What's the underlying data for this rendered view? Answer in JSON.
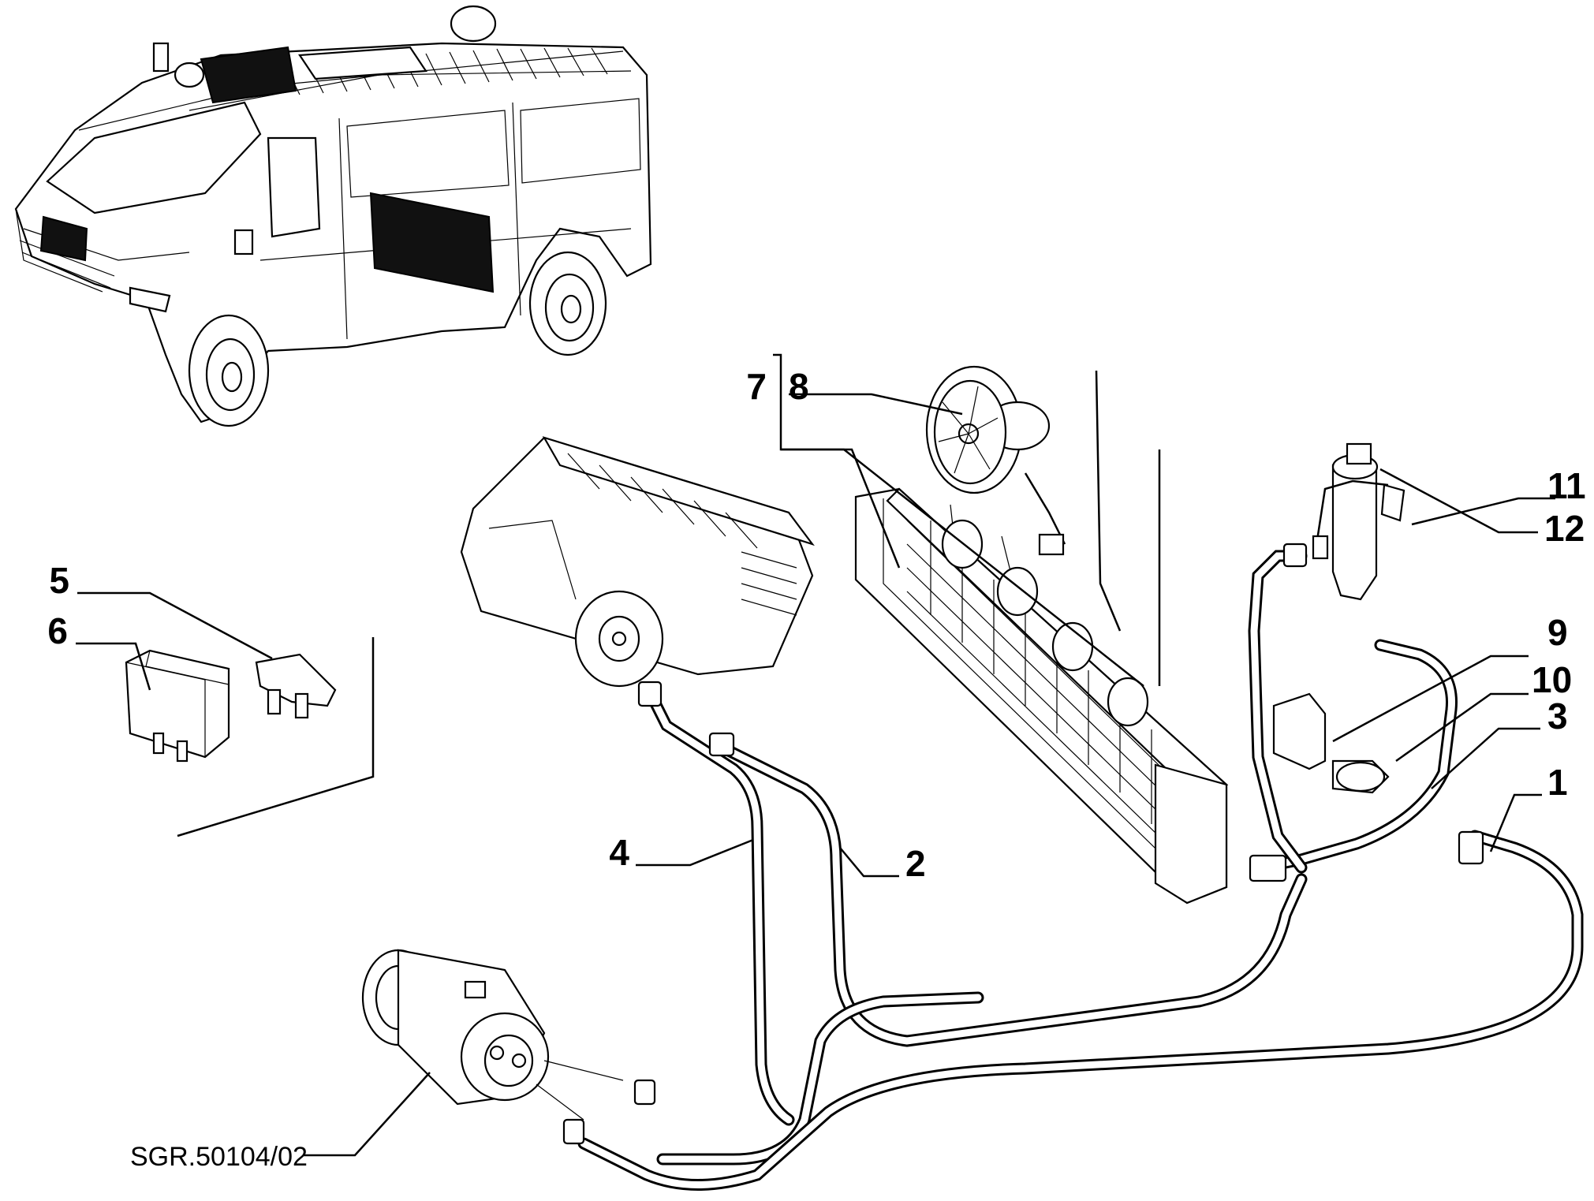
{
  "diagram": {
    "callouts": [
      {
        "id": "c1",
        "text": "1"
      },
      {
        "id": "c2",
        "text": "2"
      },
      {
        "id": "c3",
        "text": "3"
      },
      {
        "id": "c4",
        "text": "4"
      },
      {
        "id": "c5",
        "text": "5"
      },
      {
        "id": "c6",
        "text": "6"
      },
      {
        "id": "c7",
        "text": "7"
      },
      {
        "id": "c8",
        "text": "8"
      },
      {
        "id": "c9",
        "text": "9"
      },
      {
        "id": "c10",
        "text": "10"
      },
      {
        "id": "c11",
        "text": "11"
      },
      {
        "id": "c12",
        "text": "12"
      }
    ],
    "reference_code": "SGR.50104/02"
  }
}
